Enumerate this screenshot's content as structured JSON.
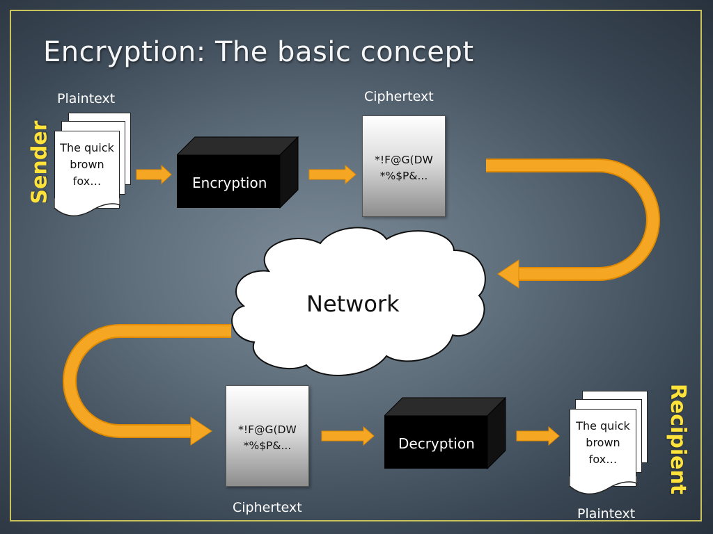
{
  "title": "Encryption: The basic concept",
  "sender": {
    "role_label": "Sender",
    "plaintext_label": "Plaintext",
    "plaintext_lines": "The quick\nbrown\nfox…"
  },
  "encryption": {
    "label": "Encryption",
    "ciphertext_label": "Ciphertext",
    "ciphertext_line1": "*!F@G(DW",
    "ciphertext_line2": "*%$P&..."
  },
  "network": {
    "label": "Network"
  },
  "decryption": {
    "ciphertext_label": "Ciphertext",
    "ciphertext_line1": "*!F@G(DW",
    "ciphertext_line2": "*%$P&...",
    "label": "Decryption"
  },
  "recipient": {
    "role_label": "Recipient",
    "plaintext_label": "Plaintext",
    "plaintext_lines": "The quick\nbrown\nfox…"
  },
  "colors": {
    "arrow": "#f5a623",
    "arrow_outline": "#e08a00",
    "role_text": "#ffe23a",
    "frame": "#c8c45a",
    "cube": "#000000"
  }
}
